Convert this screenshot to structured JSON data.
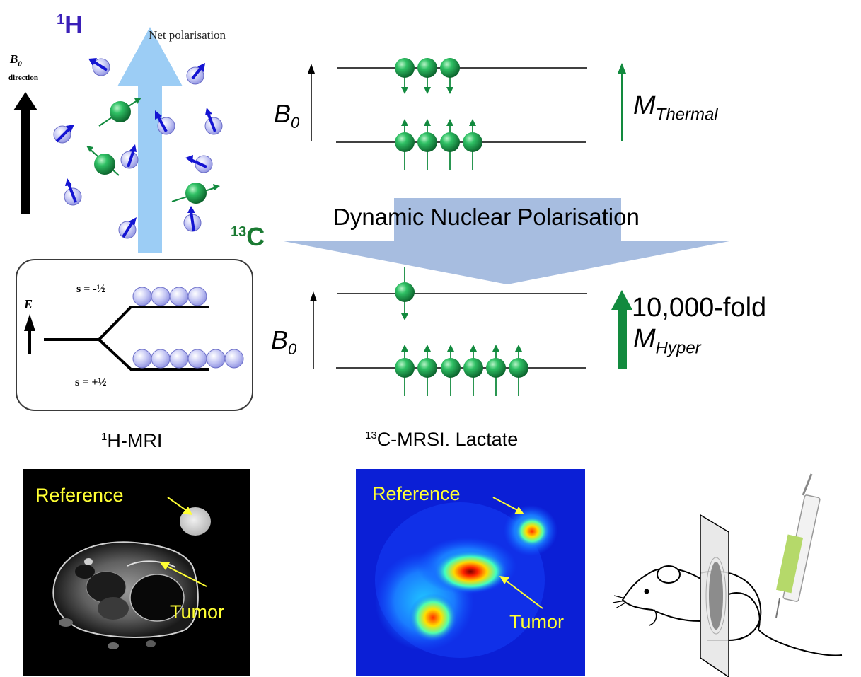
{
  "top_left": {
    "h_label_base": "H",
    "h_label_sup": "1",
    "net_polarisation": "Net polarisation",
    "b0_letter": "B",
    "b0_sub": "0",
    "b0_direction": "direction"
  },
  "energy_box": {
    "e_label": "E",
    "s_minus": "s = -½",
    "s_plus": "s = +½"
  },
  "c13": {
    "label_sup": "13",
    "label_base": "C"
  },
  "dnp": {
    "title": "Dynamic Nuclear Polarisation",
    "b0_letter": "B",
    "b0_sub": "0",
    "m_thermal_letter": "M",
    "m_thermal_sub": "Thermal",
    "fold": "10,000-fold",
    "m_hyper_letter": "M",
    "m_hyper_sub": "Hyper"
  },
  "bottom": {
    "mri_title_sup": "1",
    "mri_title": "H-MRI",
    "mrsi_title_sup": "13",
    "mrsi_title": "C-MRSI. Lactate",
    "reference": "Reference",
    "tumor": "Tumor"
  },
  "colors": {
    "proton_arrow": "#1414d2",
    "green": "#128a3e",
    "net_arrow": "#9ccdf5",
    "dnp_arrow": "#a7bde0",
    "c13_label": "#1a7a32",
    "h_label": "#3a1fb8"
  }
}
